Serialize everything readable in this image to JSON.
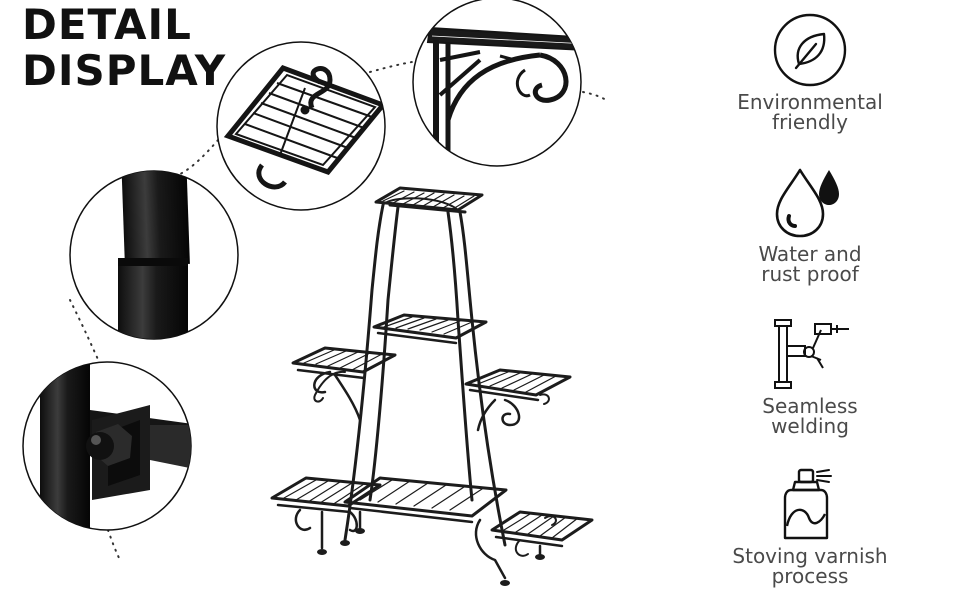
{
  "heading": {
    "line1": "DETAIL",
    "line2": "DISPLAY"
  },
  "detail_callouts": [
    {
      "name": "top-shelf-closeup"
    },
    {
      "name": "bracket-scroll-closeup"
    },
    {
      "name": "tube-joint-closeup"
    },
    {
      "name": "bolt-connector-closeup"
    }
  ],
  "product": {
    "name": "plant-stand"
  },
  "features": [
    {
      "icon": "leaf-icon",
      "line1": "Environmental",
      "line2": "friendly"
    },
    {
      "icon": "water-drop-icon",
      "line1": "Water and",
      "line2": "rust proof"
    },
    {
      "icon": "welding-icon",
      "line1": "Seamless",
      "line2": "welding"
    },
    {
      "icon": "spray-bottle-icon",
      "line1": "Stoving varnish",
      "line2": "process"
    }
  ],
  "colors": {
    "metal": "#1c1c1c",
    "icon_stroke": "#111111",
    "label": "#4a4a4a"
  }
}
